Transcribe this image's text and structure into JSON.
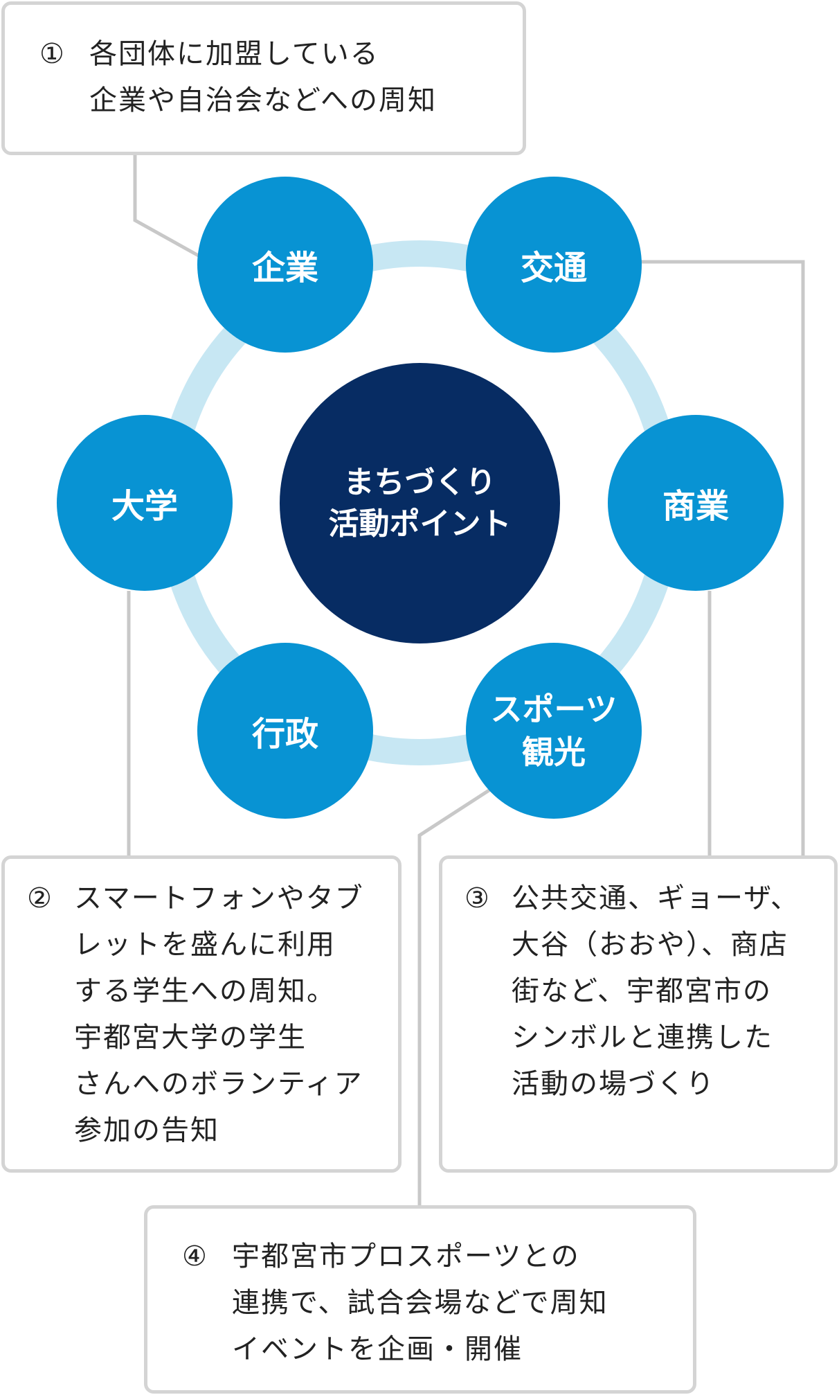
{
  "center": {
    "line1": "まちづくり",
    "line2": "活動ポイント"
  },
  "nodes": {
    "kigyo": "企業",
    "kotsu": "交通",
    "shogyo": "商業",
    "daigaku": "大学",
    "gyosei": "行政",
    "sports_line1": "スポーツ",
    "sports_line2": "観光"
  },
  "notes": [
    {
      "num": "①",
      "text": "各団体に加盟している\n企業や自治会などへの周知"
    },
    {
      "num": "②",
      "text": "スマートフォンやタブ\nレットを盛んに利用\nする学生への周知。\n宇都宮大学の学生\nさんへのボランティア\n参加の告知"
    },
    {
      "num": "③",
      "text": "公共交通、ギョーザ、\n大谷（おおや）、商店\n街など、宇都宮市の\nシンボルと連携した\n活動の場づくり"
    },
    {
      "num": "④",
      "text": "宇都宮市プロスポーツとの\n連携で、試合会場などで周知\nイベントを企画・開催"
    }
  ],
  "colors": {
    "ring": "#c7e7f3",
    "satellite": "#0893d3",
    "center": "#072c63",
    "connector": "#c8c8c8",
    "box_border": "#d4d4d4"
  }
}
